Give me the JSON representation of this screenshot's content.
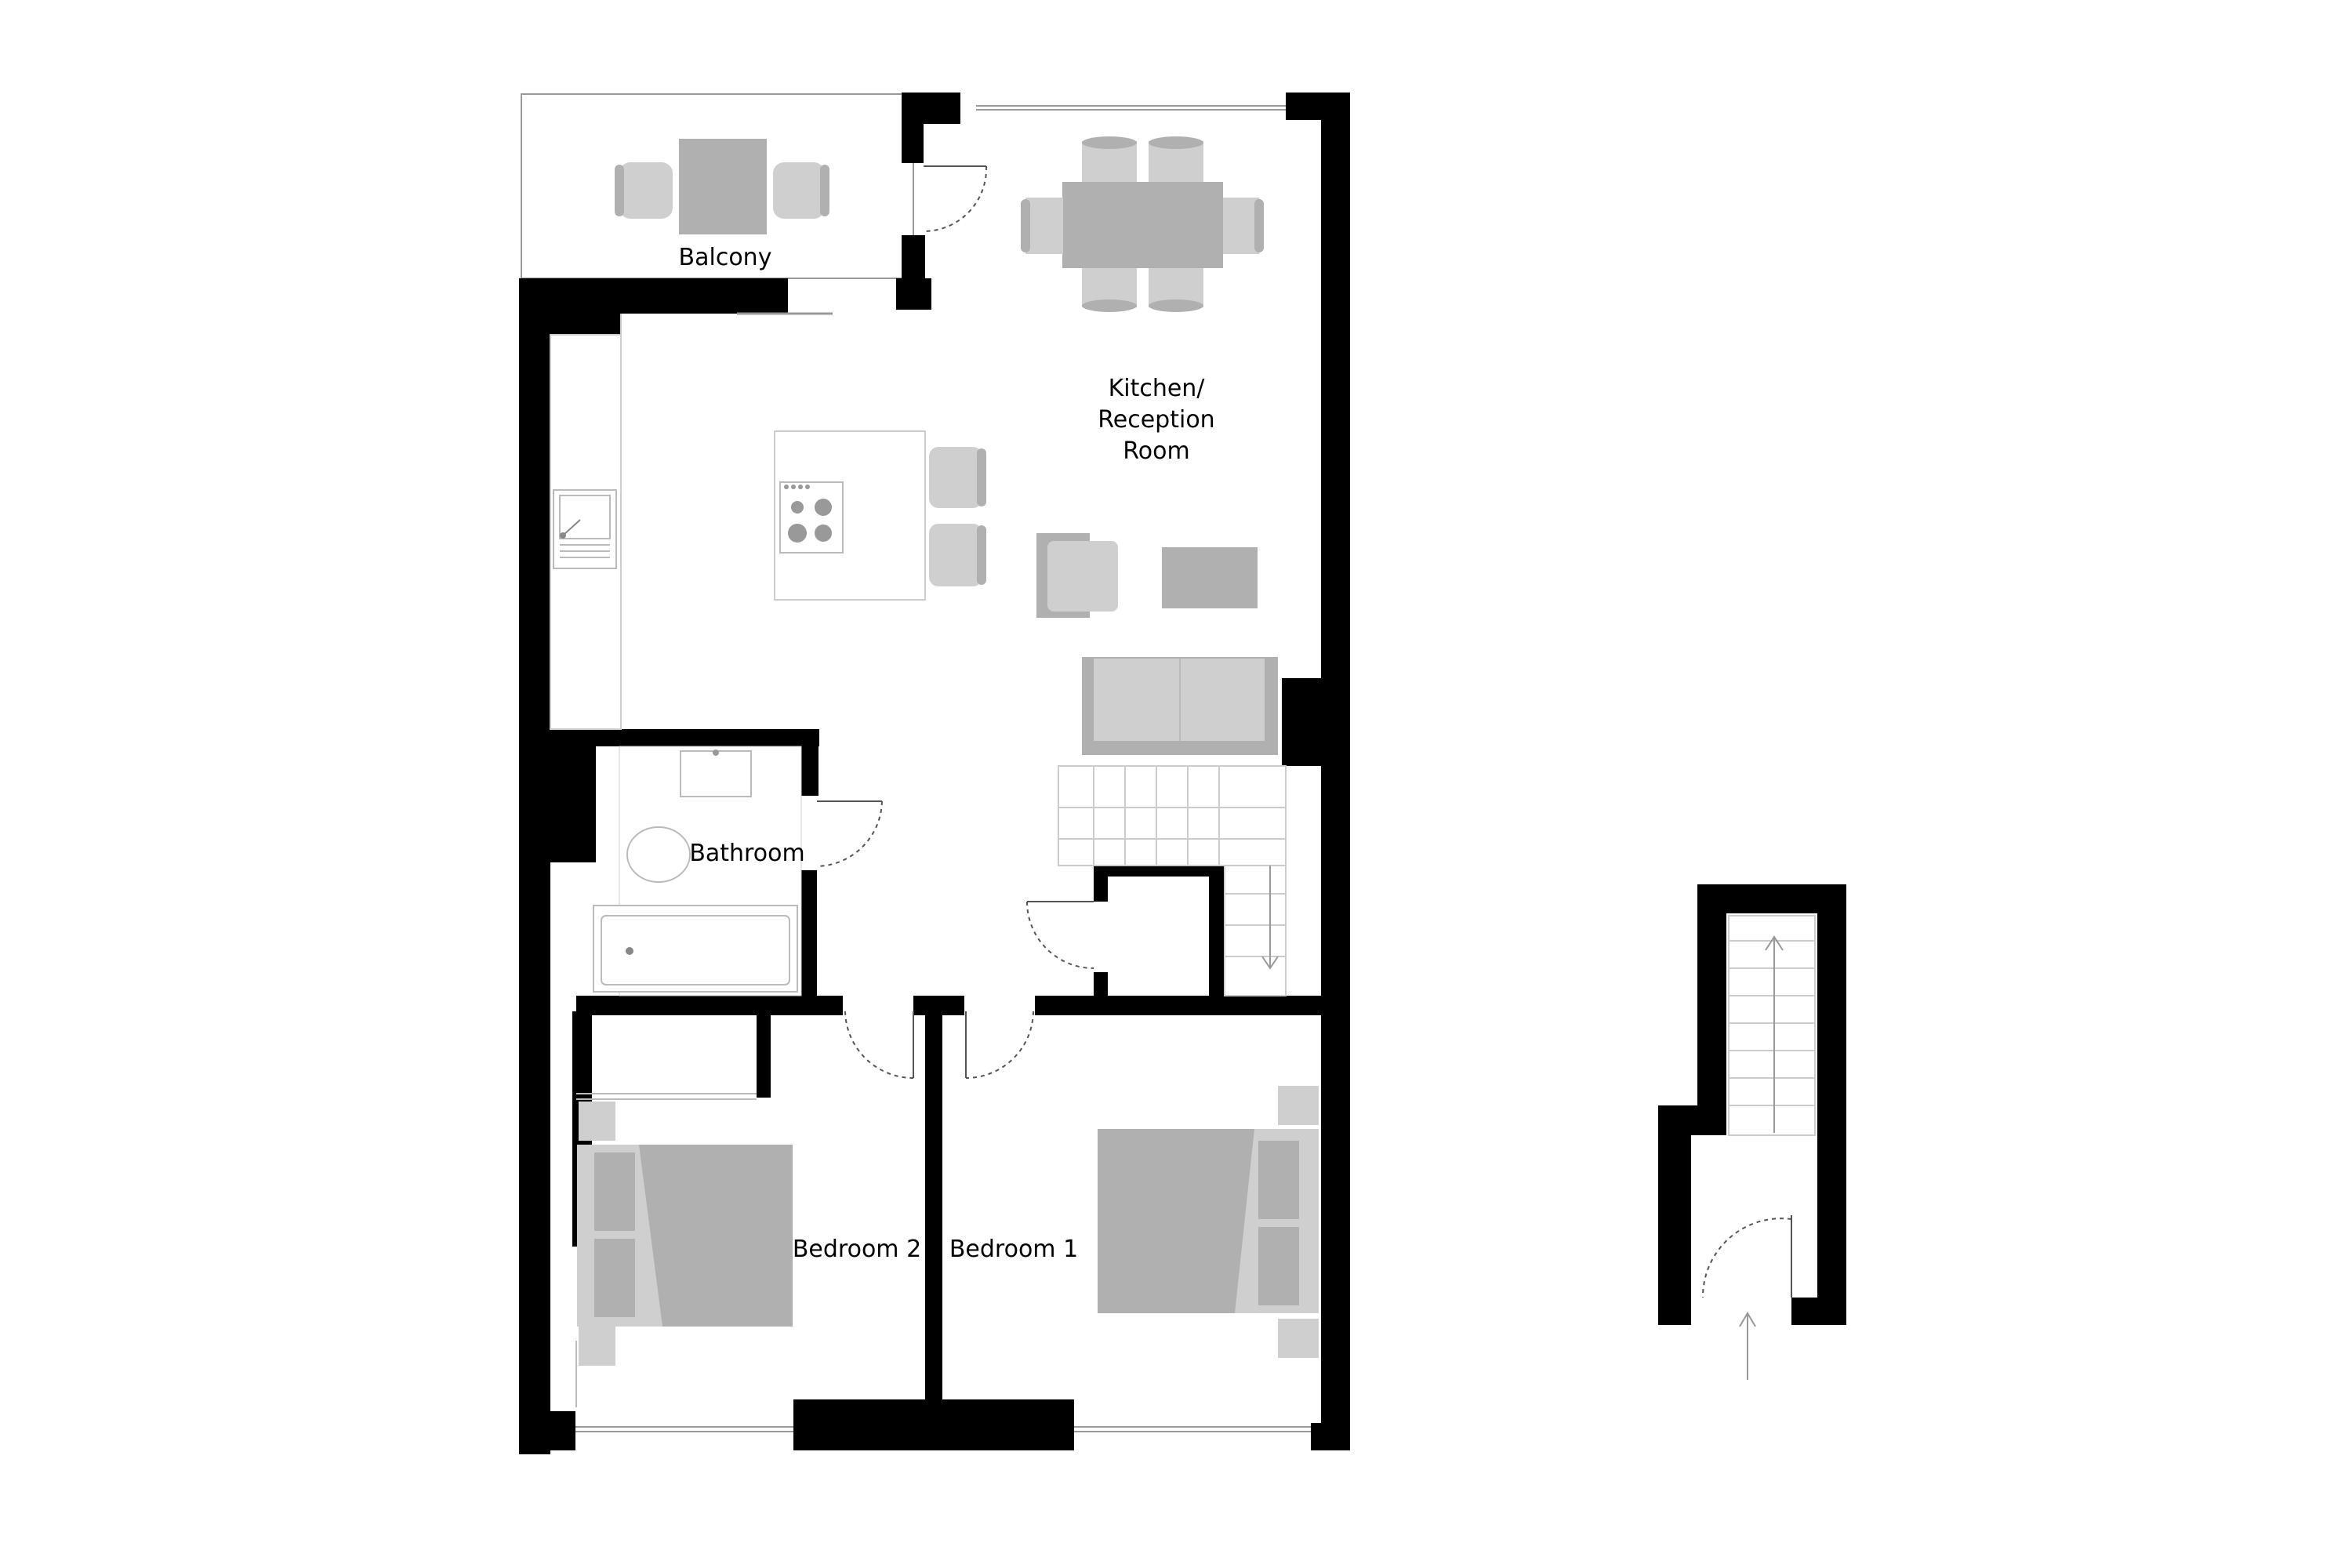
{
  "rooms": {
    "balcony": "Balcony",
    "kitchen_line1": "Kitchen/",
    "kitchen_line2": "Reception",
    "kitchen_line3": "Room",
    "bathroom": "Bathroom",
    "bedroom2": "Bedroom 2",
    "bedroom1": "Bedroom 1"
  }
}
